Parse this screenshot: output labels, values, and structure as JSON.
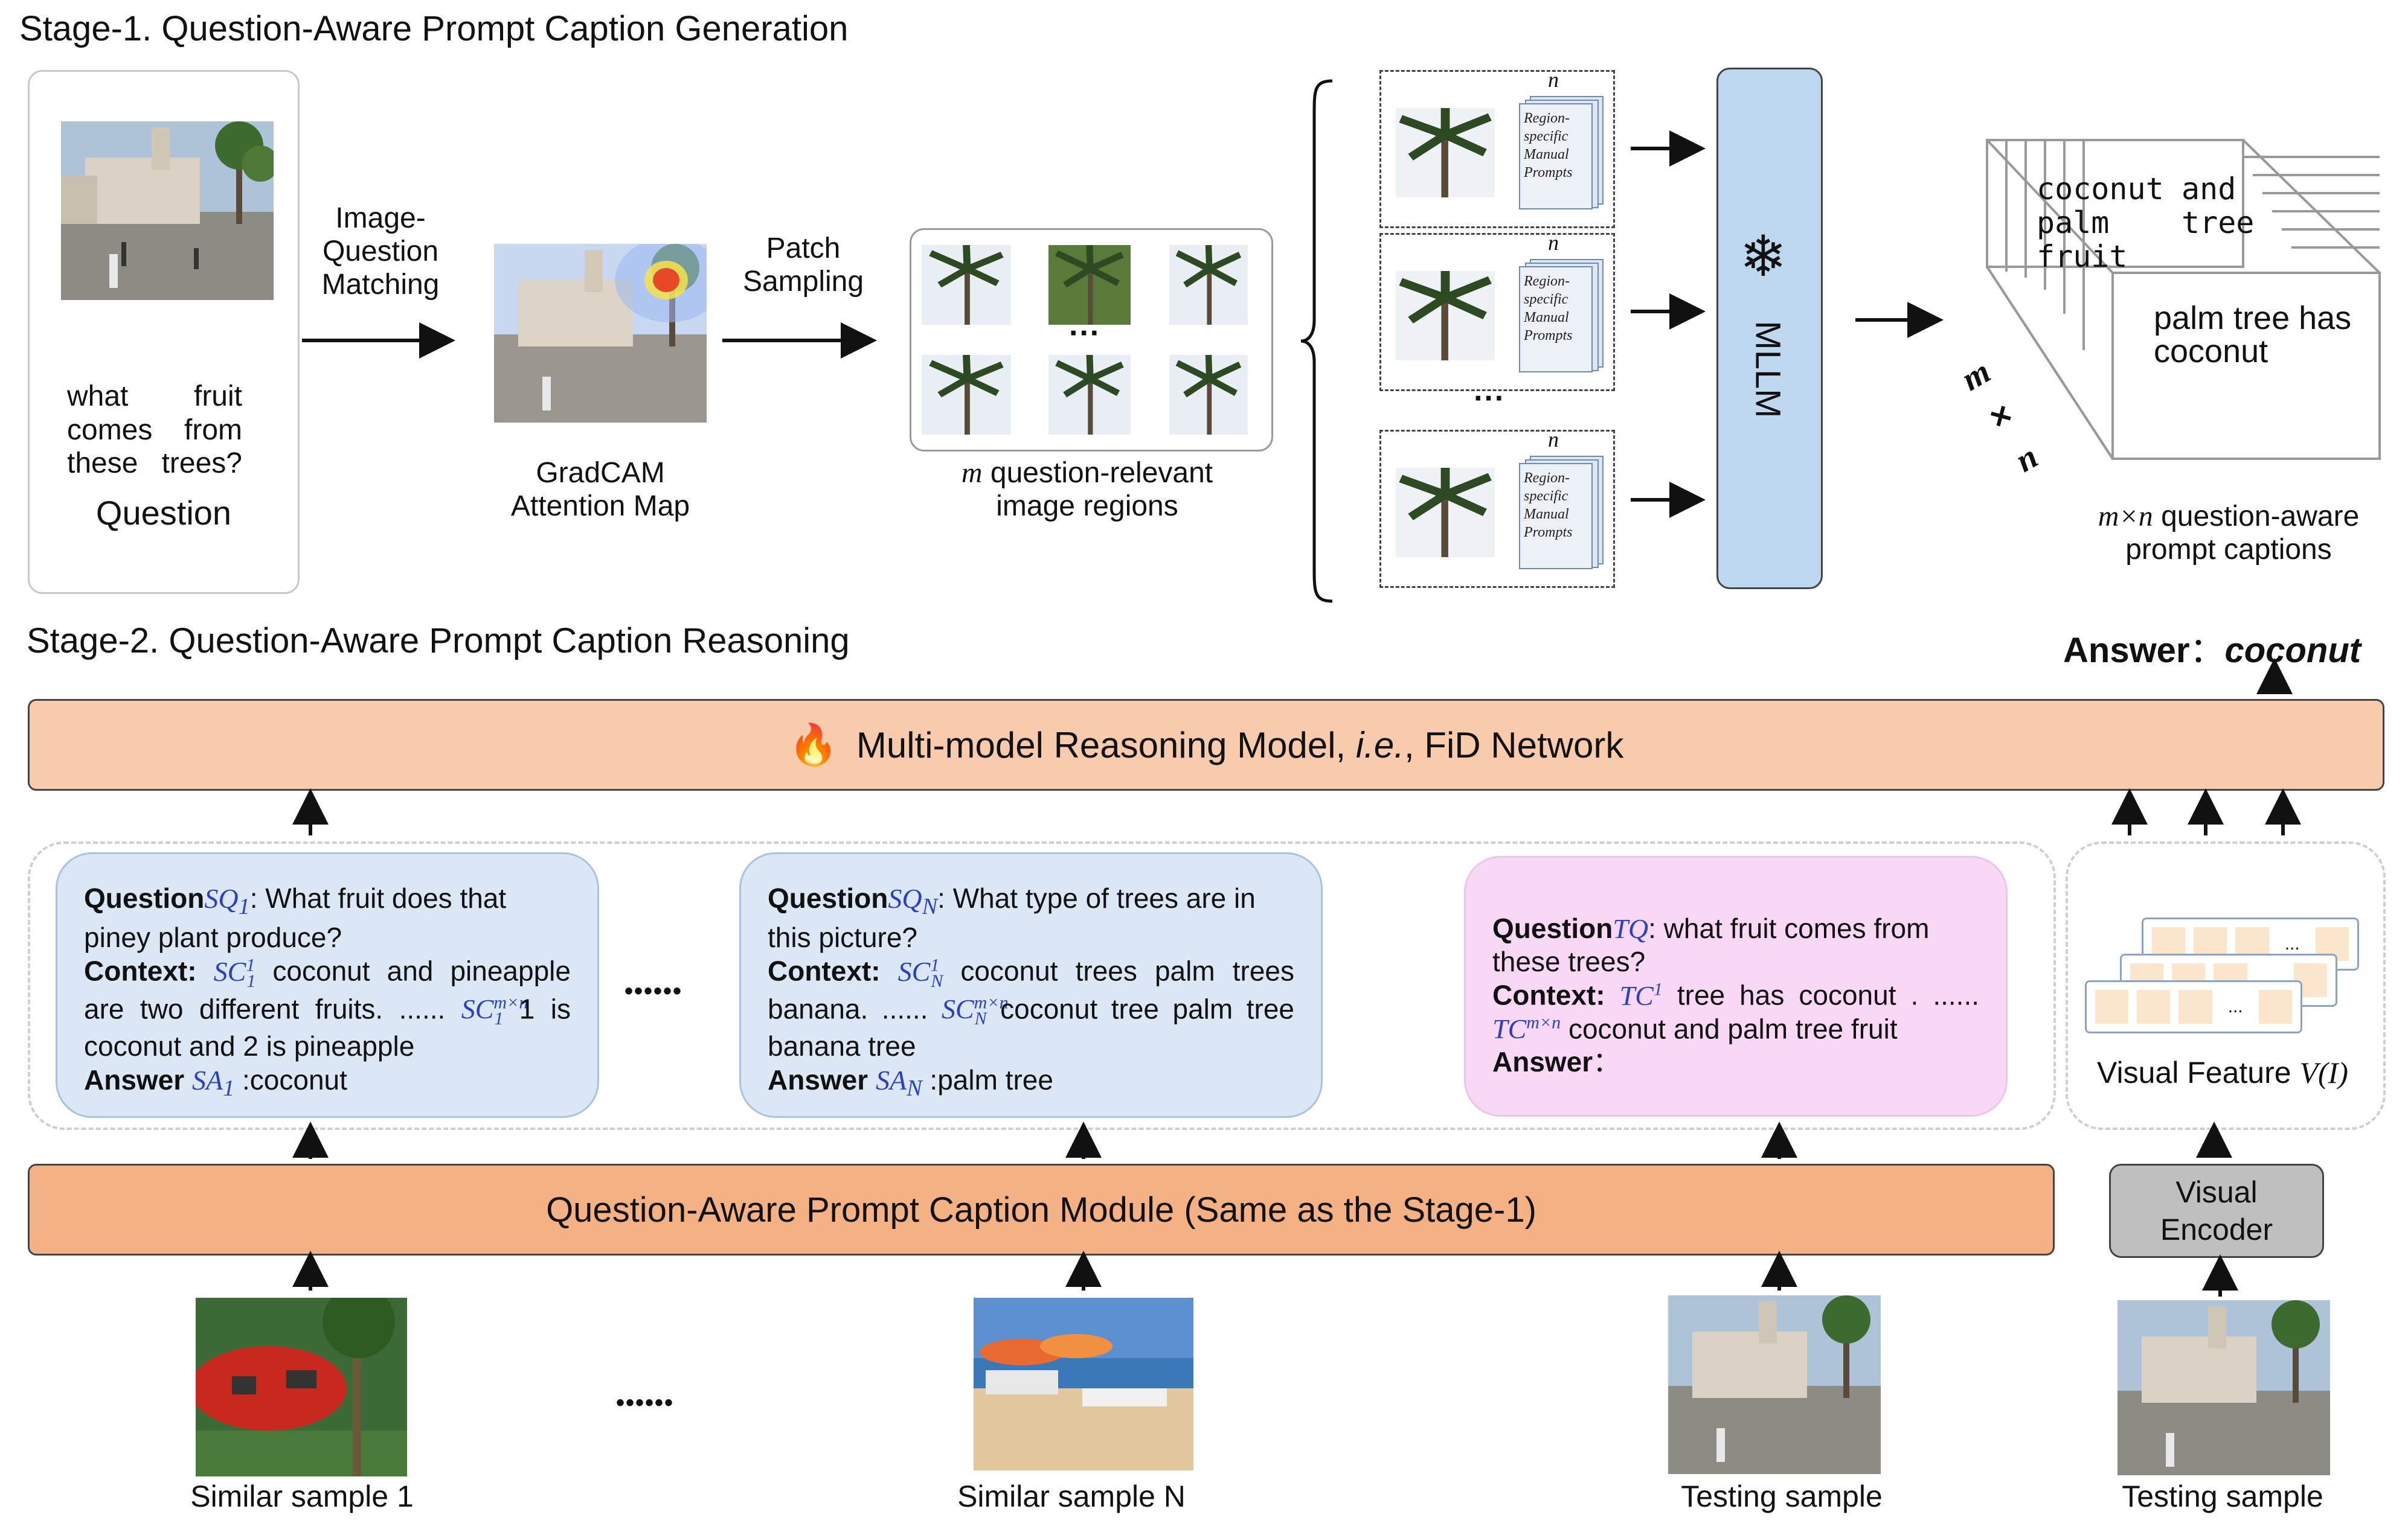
{
  "stage1": {
    "title": "Stage-1. Question-Aware Prompt Caption Generation",
    "question_text": "what fruit comes from these trees?",
    "question_label": "Question",
    "step1_label": "Image-\nQuestion\nMatching",
    "gradcam_label": "GradCAM\nAttention Map",
    "step2_label": "Patch\nSampling",
    "regions_var": "m",
    "regions_label": "question-relevant\nimage regions",
    "ellipsis": "···",
    "n_var": "n",
    "region_prompt_text": "Region-\nspecific\nManual\nPrompts",
    "mllm_label": "MLLM",
    "snowflake": "❄",
    "cube_words": {
      "coconut": "coconut",
      "and": "and",
      "palm": "palm",
      "tree": "tree",
      "fruit": "fruit"
    },
    "cube_front": "palm tree has\ncoconut",
    "cube_m": "m",
    "cube_x": "×",
    "cube_n": "n",
    "captions_var": "m×n",
    "captions_label": "question-aware\nprompt captions"
  },
  "stage2": {
    "title": "Stage-2. Question-Aware Prompt Caption Reasoning",
    "answer_label": "Answer",
    "answer_sep": "：",
    "answer_value": "coconut",
    "reasoning_icon": "🔥",
    "reasoning_text_pre": "Multi-model Reasoning Model, ",
    "reasoning_text_ie": "i.e.",
    "reasoning_text_post": ", FiD Network",
    "sample1": {
      "q_label": "Question",
      "q_sym": "SQ",
      "q_sub": "1",
      "q_text": ": What fruit does that piney plant produce?",
      "c_label": "Context:",
      "c_sym1": "SC",
      "c_sup1": "1",
      "c_sub1": "1",
      "c_text1": " coconut and pineapple are two different fruits. ...... ",
      "c_sym2": "SC",
      "c_sup2": "m×n",
      "c_sub2": "1",
      "c_text2": " 1 is coconut and 2 is pineapple",
      "a_label": "Answer",
      "a_sym": "SA",
      "a_sub": "1",
      "a_text": " :coconut"
    },
    "middle_ellipsis": "••••••",
    "sampleN": {
      "q_label": "Question",
      "q_sym": "SQ",
      "q_sub": "N",
      "q_text": ": What type of trees are in this picture?",
      "c_label": "Context:",
      "c_sym1": "SC",
      "c_sup1": "1",
      "c_sub1": "N",
      "c_text1": " coconut trees palm trees banana. ...... ",
      "c_sym2": "SC",
      "c_sup2": "m×n",
      "c_sub2": "N",
      "c_text2": " coconut tree palm tree banana tree",
      "a_label": "Answer",
      "a_sym": "SA",
      "a_sub": "N",
      "a_text": " :palm tree"
    },
    "test": {
      "q_label": "Question",
      "q_sym": "TQ",
      "q_text": ": what fruit comes from these trees?",
      "c_label": "Context:",
      "c_sym1": "TC",
      "c_sup1": "1",
      "c_text1": " tree has coconut . ...... ",
      "c_sym2": "TC",
      "c_sup2": "m×n",
      "c_text2": " coconut and palm tree fruit",
      "a_label": "Answer",
      "a_text": "："
    },
    "feature_dots": "...",
    "visual_feature_label": "Visual Feature ",
    "visual_feature_math": "V(I)",
    "module_label": "Question-Aware Prompt Caption Module (Same as the Stage-1)",
    "encoder_label": "Visual\nEncoder",
    "bottom_ellipsis": "••••••",
    "samples": [
      "Similar sample 1",
      "Similar sample N",
      "Testing sample",
      "Testing sample"
    ]
  },
  "colors": {
    "reasoning_bar": "#f8cbad",
    "module_bar": "#f4b183",
    "sample_box": "#dbe7f5",
    "test_box": "#f8d8f4",
    "mllm": "#bdd7ee",
    "encoder": "#bfbfbf",
    "math_blue": "#2a3fc4",
    "fire": "#e8271e"
  }
}
